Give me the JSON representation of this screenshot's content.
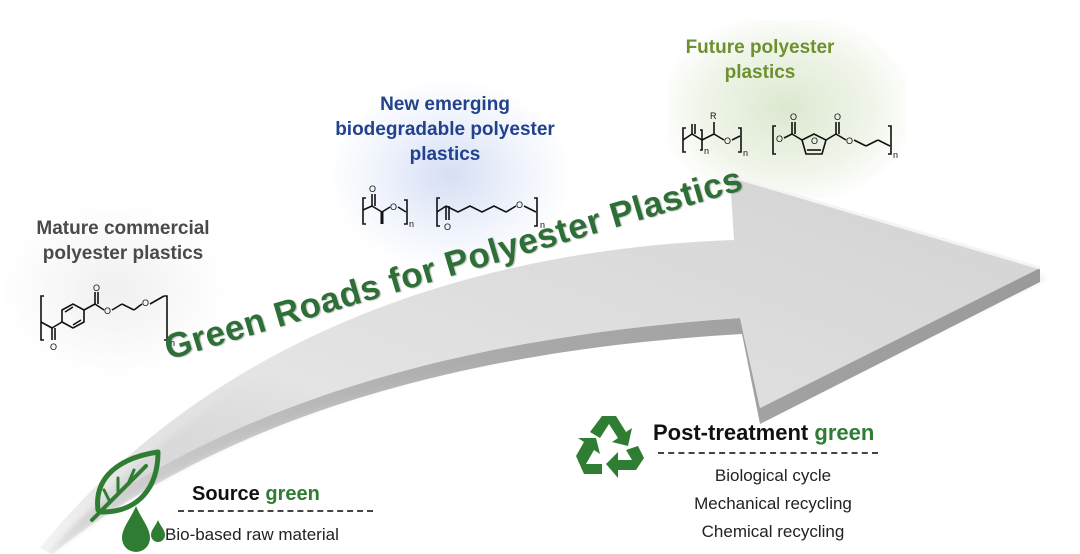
{
  "diagram": {
    "main_label": "Green Roads for Polyester Plastics",
    "stages": [
      {
        "title": "Mature commercial polyester plastics",
        "lines": [
          "Mature commercial",
          "polyester plastics"
        ]
      },
      {
        "title": "New emerging biodegradable polyester plastics",
        "lines": [
          "New emerging",
          "biodegradable polyester",
          "plastics"
        ]
      },
      {
        "title": "Future polyester plastics",
        "lines": [
          "Future polyester",
          "plastics"
        ]
      }
    ],
    "source": {
      "heading": "Source",
      "accent": "green",
      "item": "Bio-based raw material"
    },
    "post_treatment": {
      "heading": "Post-treatment",
      "accent": "green",
      "items": [
        "Biological cycle",
        "Mechanical recycling",
        "Chemical recycling"
      ]
    },
    "structure_labels": {
      "subscript": "n",
      "oxygen": "O",
      "rgroup": "R"
    },
    "icons": [
      "leaf-icon",
      "water-drops-icon",
      "recycle-icon"
    ],
    "colors": {
      "road_green": "#2d6f36",
      "accent_green": "#2e7d32",
      "stage1": "#4a4a4a",
      "stage2": "#22428e",
      "stage3": "#6e9130",
      "arrow_grey": "#d9d9d9"
    }
  }
}
